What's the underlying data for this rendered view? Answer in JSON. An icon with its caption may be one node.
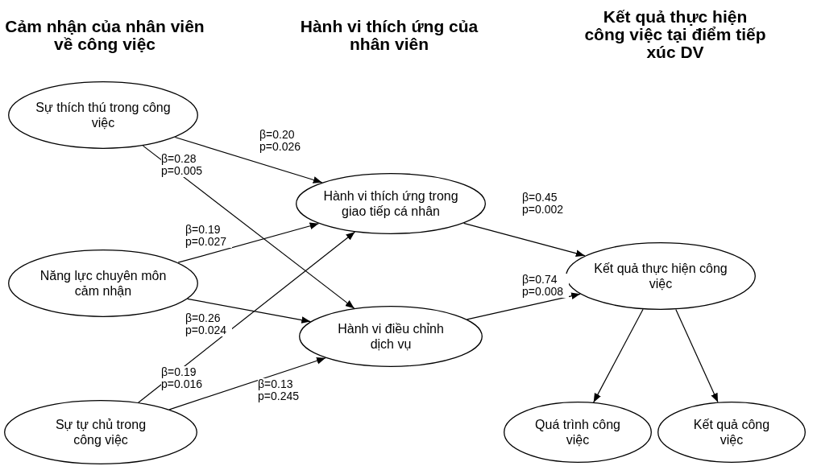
{
  "diagram": {
    "nodes": [
      {
        "text": [
          "Sự thích thú trong công việc"
        ]
      },
      {
        "text": [
          "Năng lực chuyên môn cảm nhận"
        ]
      },
      {
        "text": [
          "Sự tự chủ trong công việc"
        ]
      },
      {
        "text": [
          "Hành vi thích ứng trong giao tiếp cá nhân"
        ]
      },
      {
        "text": [
          "Hành vi điều chỉnh dịch vụ"
        ]
      },
      {
        "text": [
          "Kết quả thực hiện công việc"
        ]
      },
      {
        "text": [
          "Quá trình công việc"
        ]
      },
      {
        "text": [
          "Kết quả công việc"
        ]
      }
    ],
    "edges": [
      {
        "from": 0,
        "to": 3,
        "arrow": "to",
        "label": "β=0.20 p=0.026"
      },
      {
        "from": 0,
        "to": 4,
        "arrow": "to",
        "label": "β=0.28 p=0.005"
      },
      {
        "from": 1,
        "to": 3,
        "arrow": "to",
        "label": "β=0.19 p=0.027"
      },
      {
        "from": 1,
        "to": 4,
        "arrow": "to",
        "label": "β=0.26 p=0.024"
      },
      {
        "from": 2,
        "to": 3,
        "arrow": "to",
        "label": "β=0.19 p=0.016"
      },
      {
        "from": 2,
        "to": 4,
        "arrow": "to",
        "label": "β=0.13 p=0.245"
      },
      {
        "from": 3,
        "to": 5,
        "arrow": "to",
        "label": "β=0.45 p=0.002"
      },
      {
        "from": 4,
        "to": 5,
        "arrow": "to",
        "label": "β=0.74 p=0.008"
      },
      {
        "from": 5,
        "to": 6,
        "arrow": "to"
      },
      {
        "from": 5,
        "to": 7,
        "arrow": "to"
      }
    ],
    "labels": [
      "Cảm nhận của nhân viên về công việc",
      "Hành vi thích ứng của nhân viên",
      "Kết quả thực hiện công việc tại điểm tiếp xúc DV"
    ]
  }
}
